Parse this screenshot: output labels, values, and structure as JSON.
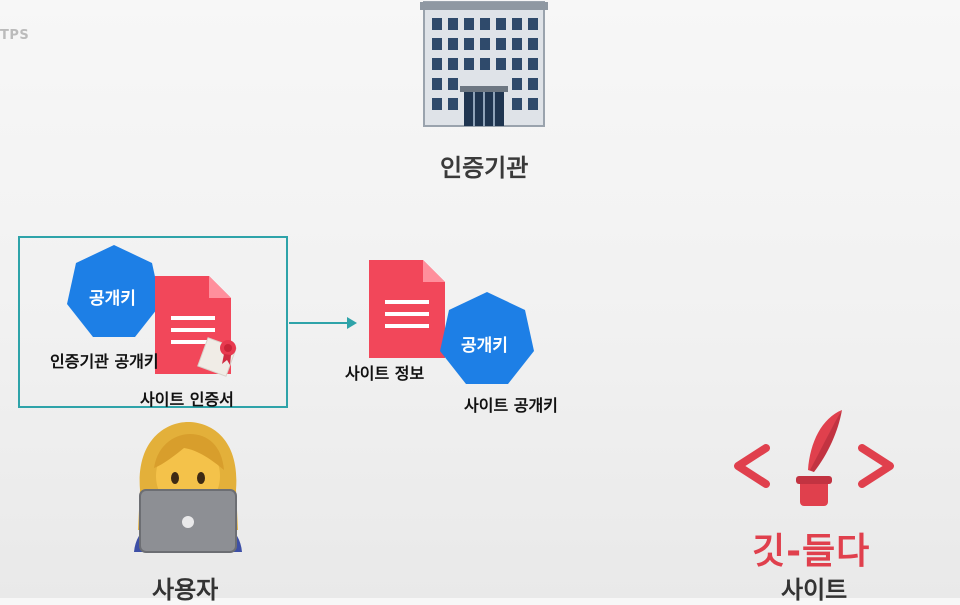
{
  "corner_text": "TPS",
  "authority": {
    "label": "인증기관"
  },
  "certificate_box": {
    "public_key_badge": "공개키",
    "authority_public_key_label": "인증기관 공개키",
    "site_certificate_label": "사이트 인증서"
  },
  "site_bundle": {
    "site_info_label": "사이트 정보",
    "public_key_badge": "공개키",
    "site_public_key_label": "사이트 공개키"
  },
  "user": {
    "label": "사용자"
  },
  "site": {
    "brand": "깃-들다",
    "label": "사이트"
  },
  "colors": {
    "accent_blue": "#1d7fe6",
    "document_red": "#f2475a",
    "box_teal": "#2ea3a9",
    "brand_red": "#e0404d"
  }
}
